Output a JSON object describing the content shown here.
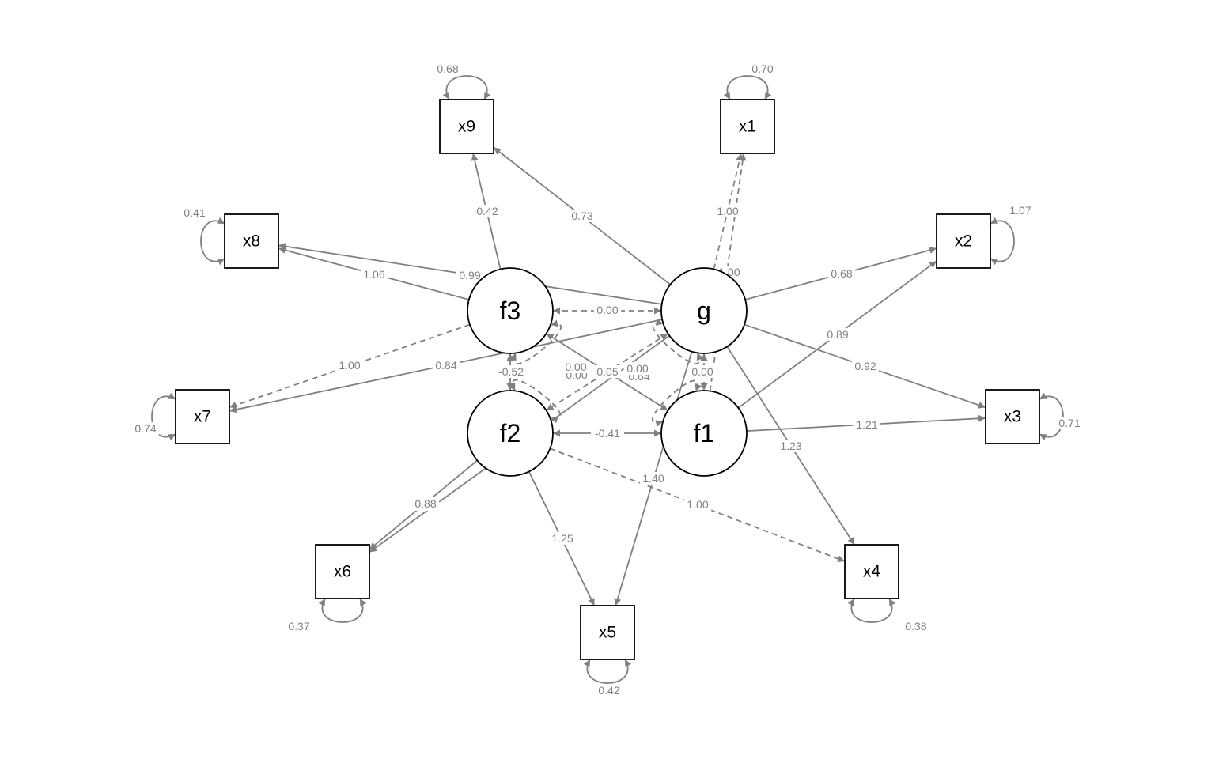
{
  "colors": {
    "edge": "#808080",
    "node_stroke": "#000000",
    "background": "#ffffff",
    "label": "#808080"
  },
  "nodes": [
    {
      "id": "g",
      "label": "g",
      "kind": "latent"
    },
    {
      "id": "f1",
      "label": "f1",
      "kind": "latent"
    },
    {
      "id": "f2",
      "label": "f2",
      "kind": "latent"
    },
    {
      "id": "f3",
      "label": "f3",
      "kind": "latent"
    },
    {
      "id": "x1",
      "label": "x1",
      "kind": "manifest"
    },
    {
      "id": "x2",
      "label": "x2",
      "kind": "manifest"
    },
    {
      "id": "x3",
      "label": "x3",
      "kind": "manifest"
    },
    {
      "id": "x4",
      "label": "x4",
      "kind": "manifest"
    },
    {
      "id": "x5",
      "label": "x5",
      "kind": "manifest"
    },
    {
      "id": "x6",
      "label": "x6",
      "kind": "manifest"
    },
    {
      "id": "x7",
      "label": "x7",
      "kind": "manifest"
    },
    {
      "id": "x8",
      "label": "x8",
      "kind": "manifest"
    },
    {
      "id": "x9",
      "label": "x9",
      "kind": "manifest"
    }
  ],
  "loadings": [
    {
      "from": "g",
      "to": "x1",
      "label": "1.00",
      "dashed": true
    },
    {
      "from": "g",
      "to": "x2",
      "label": "0.68",
      "dashed": false
    },
    {
      "from": "g",
      "to": "x3",
      "label": "0.92",
      "dashed": false
    },
    {
      "from": "g",
      "to": "x4",
      "label": "1.23",
      "dashed": false
    },
    {
      "from": "g",
      "to": "x5",
      "label": "1.40",
      "dashed": false
    },
    {
      "from": "g",
      "to": "x6",
      "label": "0.88",
      "dashed": false
    },
    {
      "from": "g",
      "to": "x7",
      "label": "0.84",
      "dashed": false
    },
    {
      "from": "g",
      "to": "x8",
      "label": "0.99",
      "dashed": false
    },
    {
      "from": "g",
      "to": "x9",
      "label": "0.73",
      "dashed": false
    },
    {
      "from": "f1",
      "to": "x1",
      "label": "1.00",
      "dashed": true
    },
    {
      "from": "f1",
      "to": "x2",
      "label": "0.89",
      "dashed": false
    },
    {
      "from": "f1",
      "to": "x3",
      "label": "1.21",
      "dashed": false
    },
    {
      "from": "f2",
      "to": "x4",
      "label": "1.00",
      "dashed": true
    },
    {
      "from": "f2",
      "to": "x5",
      "label": "1.25",
      "dashed": false
    },
    {
      "from": "f2",
      "to": "x6",
      "label": "0.88",
      "dashed": false
    },
    {
      "from": "f3",
      "to": "x7",
      "label": "1.00",
      "dashed": true
    },
    {
      "from": "f3",
      "to": "x8",
      "label": "1.06",
      "dashed": false
    },
    {
      "from": "f3",
      "to": "x9",
      "label": "0.42",
      "dashed": false
    }
  ],
  "covariances": [
    {
      "a": "f3",
      "b": "g",
      "label": "0.00",
      "dashed": true
    },
    {
      "a": "f2",
      "b": "f1",
      "label": "-0.41",
      "dashed": false
    },
    {
      "a": "f3",
      "b": "f2",
      "label": "-0.52",
      "dashed": false
    },
    {
      "a": "g",
      "b": "f1",
      "label": "0.00",
      "dashed": true
    },
    {
      "a": "f3",
      "b": "f1",
      "label": "0.64",
      "dashed": false
    },
    {
      "a": "g",
      "b": "f2",
      "label": "0.00",
      "dashed": true
    }
  ],
  "latent_variances": [
    {
      "node": "g",
      "label": "0.00",
      "dashed": true
    },
    {
      "node": "f1",
      "label": "0.00",
      "dashed": true
    },
    {
      "node": "f2",
      "label": "0.00",
      "dashed": true
    },
    {
      "node": "f3",
      "label": "0.00",
      "dashed": true
    }
  ],
  "extra_labels": [
    "0.05"
  ],
  "residuals": [
    {
      "node": "x1",
      "label": "0.70"
    },
    {
      "node": "x2",
      "label": "1.07"
    },
    {
      "node": "x3",
      "label": "0.71"
    },
    {
      "node": "x4",
      "label": "0.38"
    },
    {
      "node": "x5",
      "label": "0.42"
    },
    {
      "node": "x6",
      "label": "0.37"
    },
    {
      "node": "x7",
      "label": "0.74"
    },
    {
      "node": "x8",
      "label": "0.41"
    },
    {
      "node": "x9",
      "label": "0.68"
    }
  ]
}
